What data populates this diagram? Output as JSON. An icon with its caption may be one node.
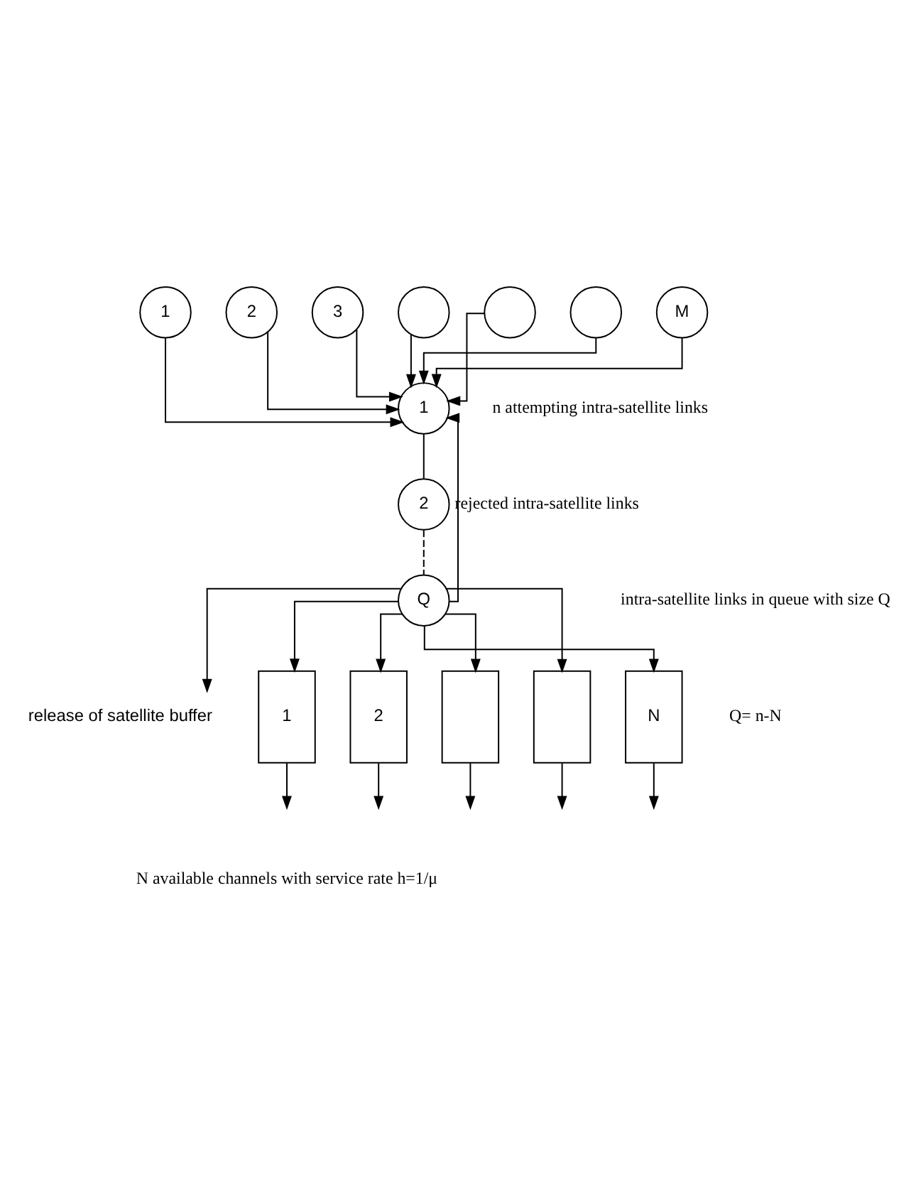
{
  "diagram": {
    "nodes": [
      {
        "text": [
          "1"
        ]
      },
      {
        "text": [
          "2"
        ]
      },
      {
        "text": [
          "3"
        ]
      },
      {
        "text": [],
        "shape": "circle"
      },
      {
        "text": [],
        "shape": "circle"
      },
      {
        "text": [],
        "shape": "circle"
      },
      {
        "text": [
          "M"
        ]
      },
      {
        "text": [
          "1"
        ]
      },
      {
        "text": [
          "2"
        ]
      },
      {
        "text": [
          "Q"
        ]
      },
      {
        "text": [
          "release of satellite buffer"
        ]
      },
      {
        "text": [
          "1"
        ]
      },
      {
        "text": [
          "2"
        ]
      },
      {
        "text": [],
        "shape": "box"
      },
      {
        "text": [],
        "shape": "box"
      },
      {
        "text": [
          "N"
        ]
      }
    ],
    "edges": [
      {
        "from": 0,
        "to": 7,
        "arrow": "to"
      },
      {
        "from": 1,
        "to": 7,
        "arrow": "to"
      },
      {
        "from": 2,
        "to": 7,
        "arrow": "to"
      },
      {
        "from": 3,
        "to": 7,
        "arrow": "to"
      },
      {
        "from": 4,
        "to": 7,
        "arrow": "to"
      },
      {
        "from": 5,
        "to": 7,
        "arrow": "to"
      },
      {
        "from": 6,
        "to": 7,
        "arrow": "to"
      },
      {
        "from": 7,
        "to": 8,
        "arrow": "none"
      },
      {
        "from": 8,
        "to": 9,
        "arrow": "none",
        "style": "dashed"
      },
      {
        "from": 9,
        "to": 11,
        "arrow": "to"
      },
      {
        "from": 9,
        "to": 12,
        "arrow": "to"
      },
      {
        "from": 9,
        "to": 13,
        "arrow": "to"
      },
      {
        "from": 9,
        "to": 14,
        "arrow": "to"
      },
      {
        "from": 9,
        "to": 15,
        "arrow": "to"
      },
      {
        "from": 9,
        "to": 10,
        "arrow": "to"
      },
      {
        "from": 9,
        "to": 7,
        "arrow": "to",
        "label": "rejected intra-satellite links"
      },
      {
        "from": 11,
        "to": null,
        "arrow": "to"
      },
      {
        "from": 12,
        "to": null,
        "arrow": "to"
      },
      {
        "from": 13,
        "to": null,
        "arrow": "to"
      },
      {
        "from": 14,
        "to": null,
        "arrow": "to"
      },
      {
        "from": 15,
        "to": null,
        "arrow": "to"
      }
    ],
    "labels": [
      "n attempting intra-satellite links",
      "intra-satellite links in queue with size Q",
      "Q= n-N",
      "N available channels with service rate h=1/μ"
    ]
  }
}
